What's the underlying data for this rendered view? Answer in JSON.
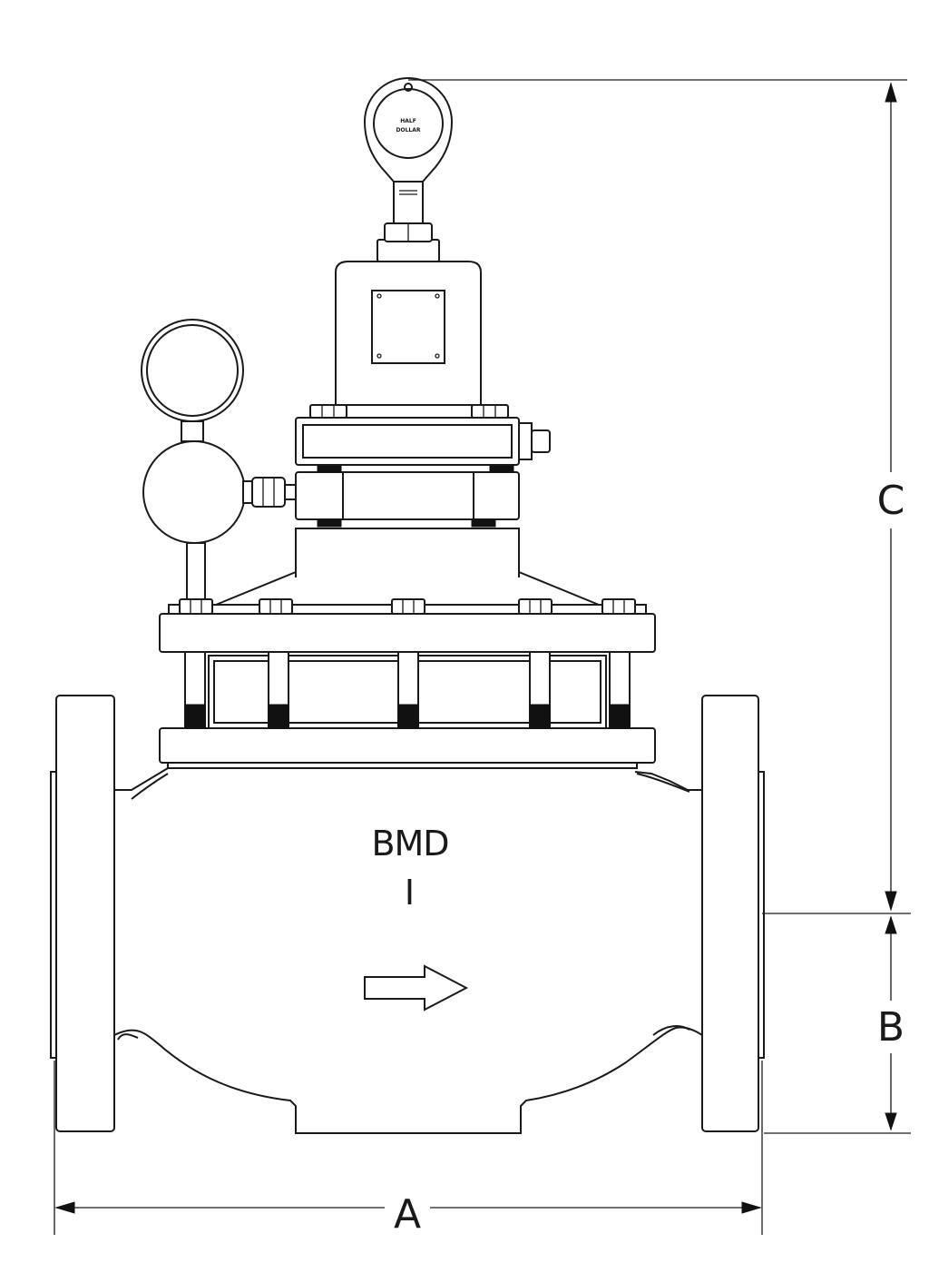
{
  "labels": {
    "dim_a": "A",
    "dim_b": "B",
    "dim_c": "C",
    "body_mark": "BMD",
    "body_mark_sub": "I",
    "gauge_line1": "HALF",
    "gauge_line2": "DOLLAR"
  },
  "icons": {
    "flow_arrow": "right-arrow-icon"
  },
  "colors": {
    "line": "#1a1a1a",
    "background": "#ffffff"
  }
}
